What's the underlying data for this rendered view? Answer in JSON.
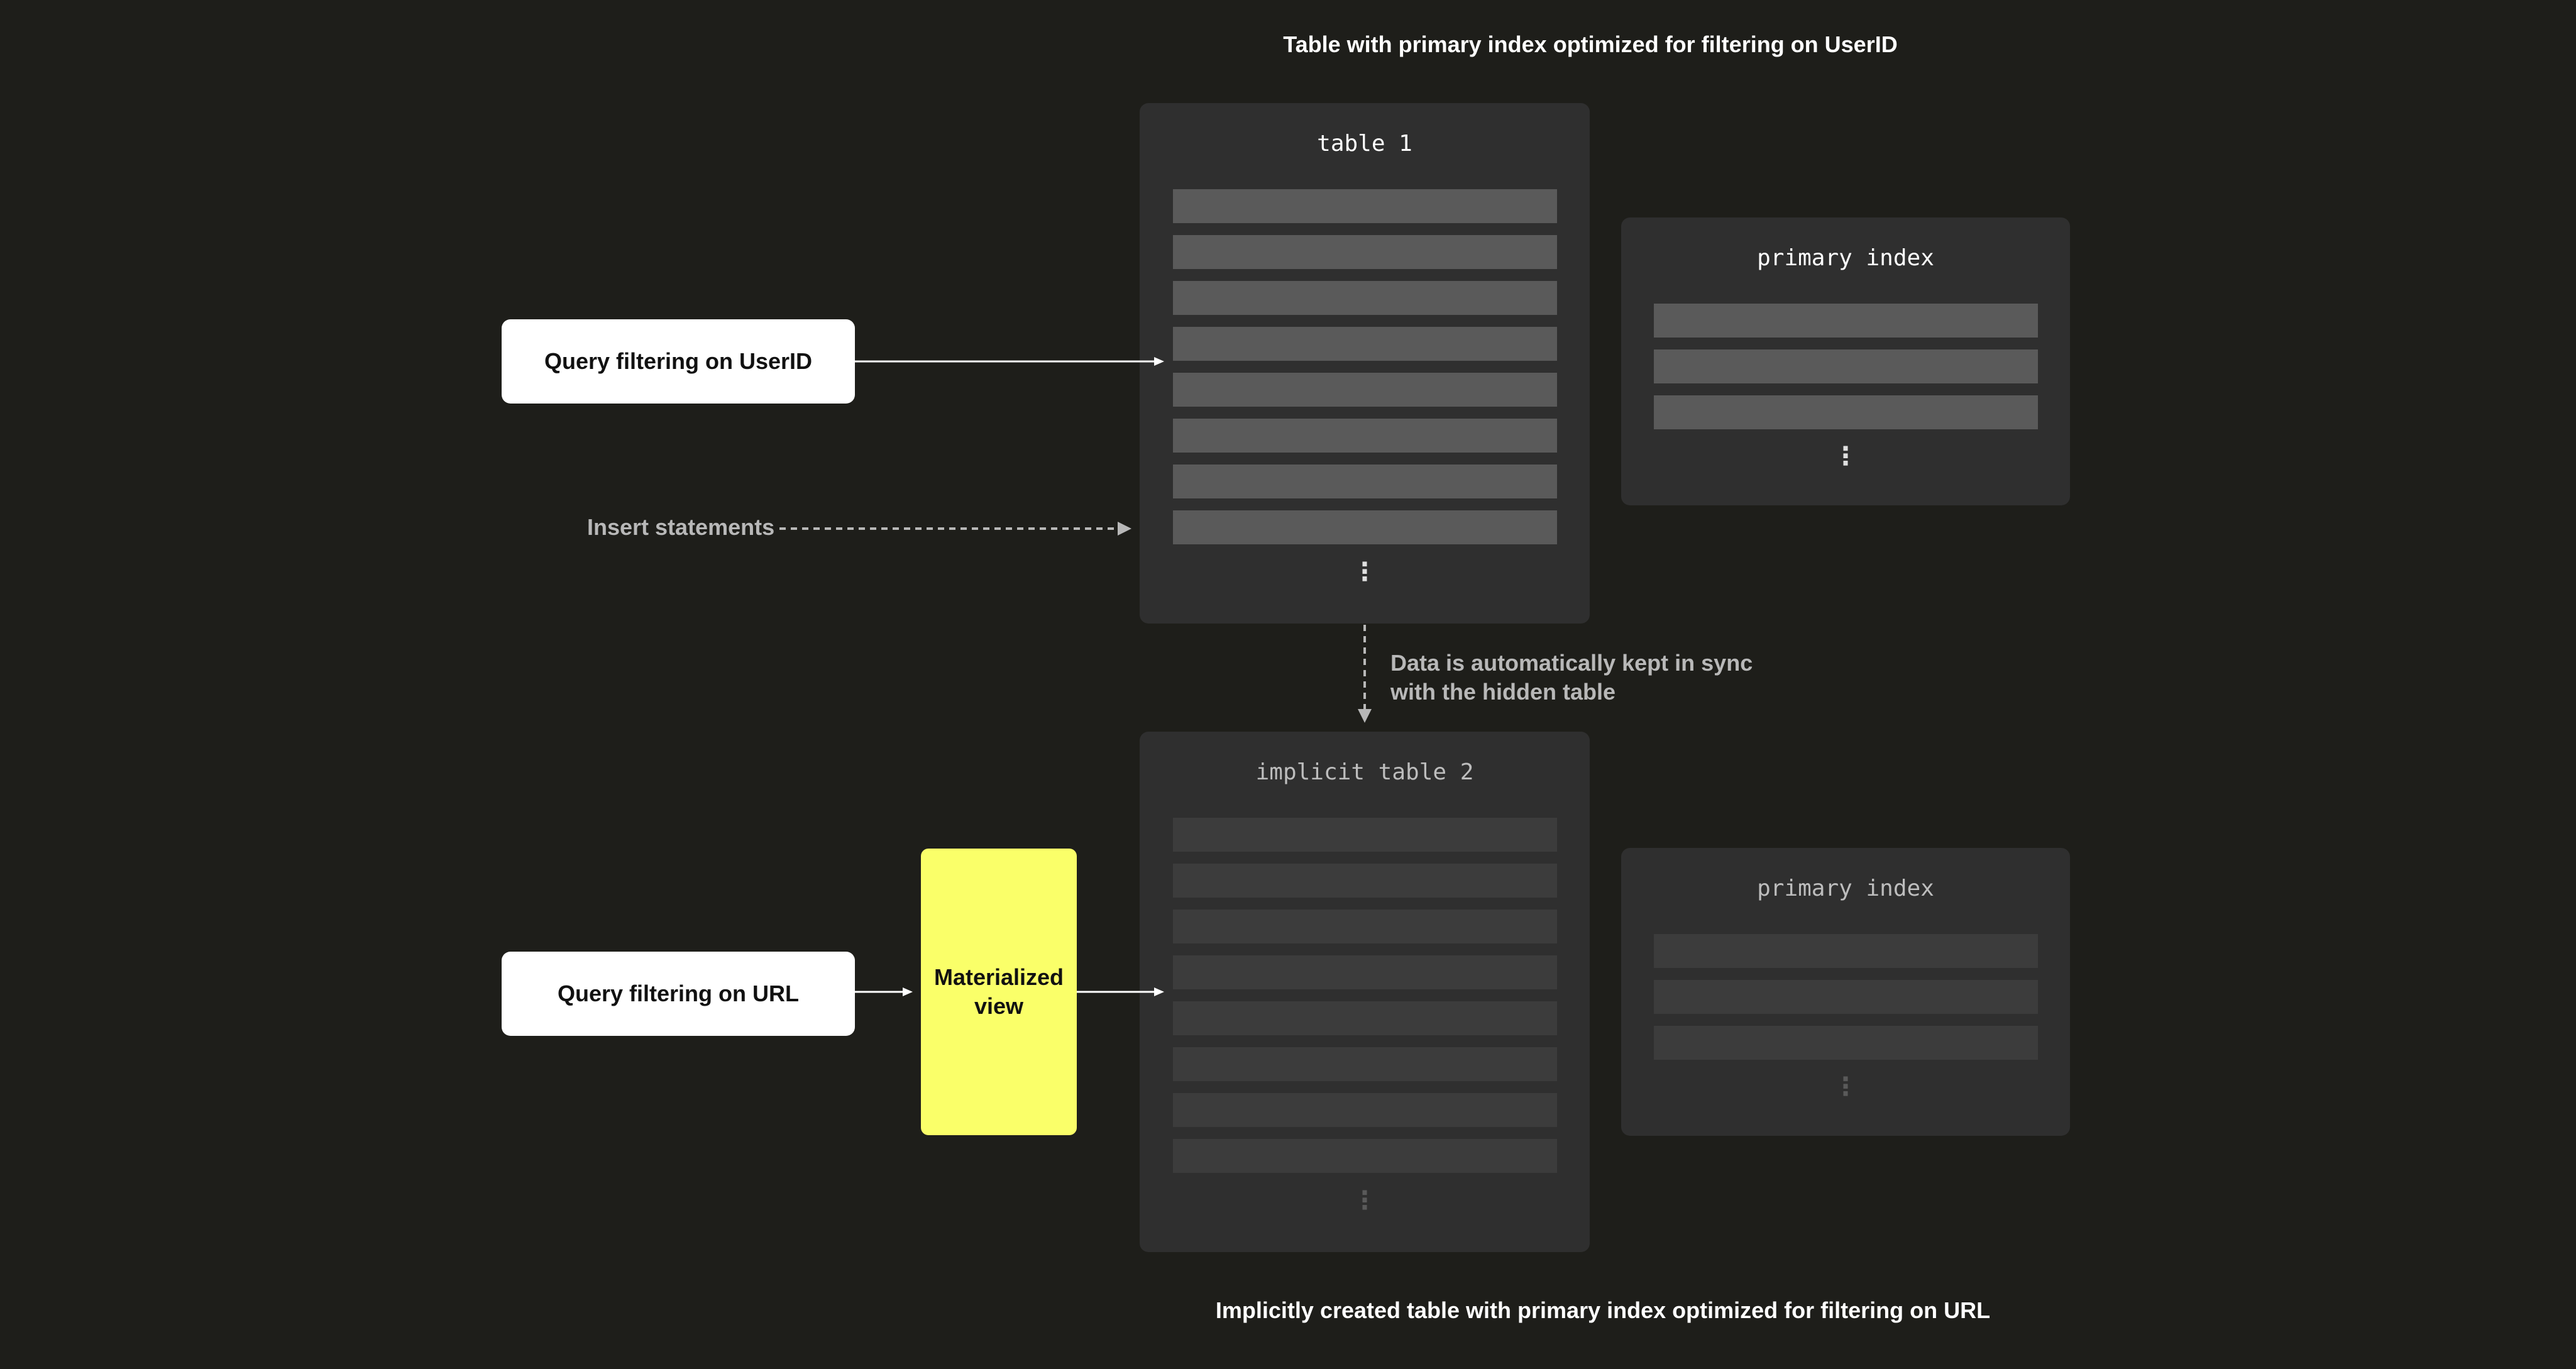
{
  "captions": {
    "top": "Table with primary index optimized for filtering on UserID",
    "bottom": "Implicitly created table with primary index optimized for filtering on URL"
  },
  "table1": {
    "title": "table 1",
    "rows": 8,
    "ellipsis": "⋮"
  },
  "primary_index_top": {
    "title": "primary index",
    "rows": 3,
    "ellipsis": "⋮"
  },
  "table2": {
    "title": "implicit table 2",
    "rows": 8,
    "ellipsis": "⋮"
  },
  "primary_index_bottom": {
    "title": "primary index",
    "rows": 3,
    "ellipsis": "⋮"
  },
  "query_userid": {
    "label": "Query filtering on UserID"
  },
  "query_url": {
    "label": "Query filtering on URL"
  },
  "insert": {
    "label": "Insert statements"
  },
  "materialized_view": {
    "line1": "Materialized",
    "line2": "view"
  },
  "sync_note": {
    "line1": "Data is automatically kept in sync",
    "line2": "with the hidden table"
  },
  "colors": {
    "background": "#1e1e1a",
    "panel": "#2f2f2f",
    "row_active": "#5a5a5a",
    "row_inactive": "#3c3c3c",
    "accent_yellow": "#faff69"
  }
}
